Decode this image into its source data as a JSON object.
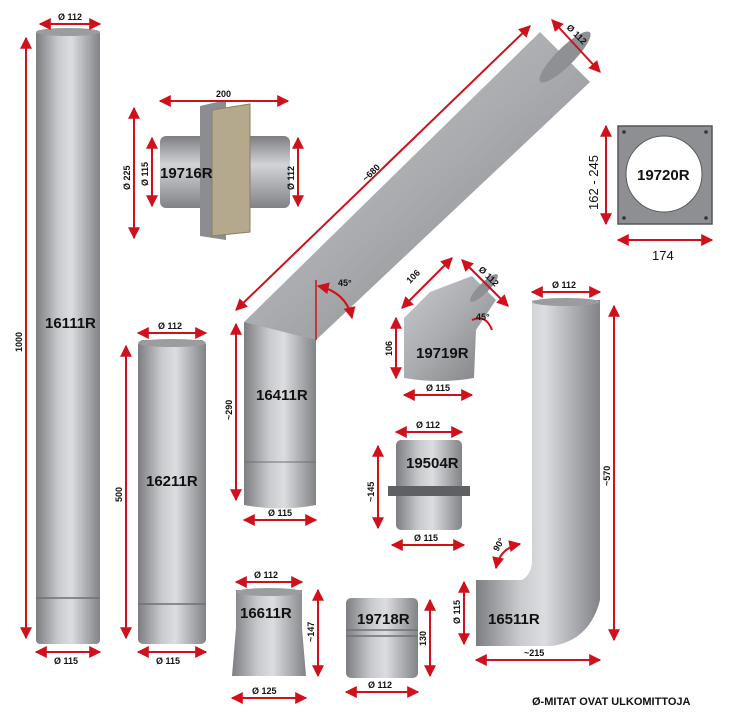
{
  "codes": {
    "p16111": "16111R",
    "p19716": "19716R",
    "p16411": "16411R",
    "p19720": "19720R",
    "p16211": "16211R",
    "p19719": "19719R",
    "p16511": "16511R",
    "p19504": "19504R",
    "p16611": "16611R",
    "p19718": "19718R"
  },
  "dims": {
    "d16111_top": "Ø 112",
    "d16111_len": "1000",
    "d16111_bot": "Ø 115",
    "d19716_w": "200",
    "d19716_outer": "Ø 225",
    "d19716_in": "Ø 115",
    "d19716_out": "Ø 112",
    "d16411_top": "Ø 112",
    "d16411_long": "~680",
    "d16411_angle": "45°",
    "d16411_low": "~290",
    "d16411_bot": "Ø 115",
    "d19720_h": "162 - 245",
    "d19720_w": "174",
    "d16211_top": "Ø 112",
    "d16211_len": "500",
    "d16211_bot": "Ø 115",
    "d19719_a": "106",
    "d19719_top": "Ø 112",
    "d19719_angle": "45°",
    "d19719_b": "106",
    "d19719_bot": "Ø 115",
    "d19504_top": "Ø 112",
    "d19504_len": "~145",
    "d19504_bot": "Ø 115",
    "d16511_top": "Ø 112",
    "d16511_len": "~570",
    "d16511_angle": "90°",
    "d16511_side": "Ø 115",
    "d16511_w": "~215",
    "d16611_top": "Ø 112",
    "d16611_len": "~147",
    "d16611_bot": "Ø 125",
    "d19718_len": "130",
    "d19718_bot": "Ø 112"
  },
  "footer": "Ø-MITAT OVAT ULKOMITTOJA",
  "colors": {
    "arrow": "#d0101a",
    "pipe_dark": "#7f8185",
    "pipe_light": "#d6d7d9"
  }
}
